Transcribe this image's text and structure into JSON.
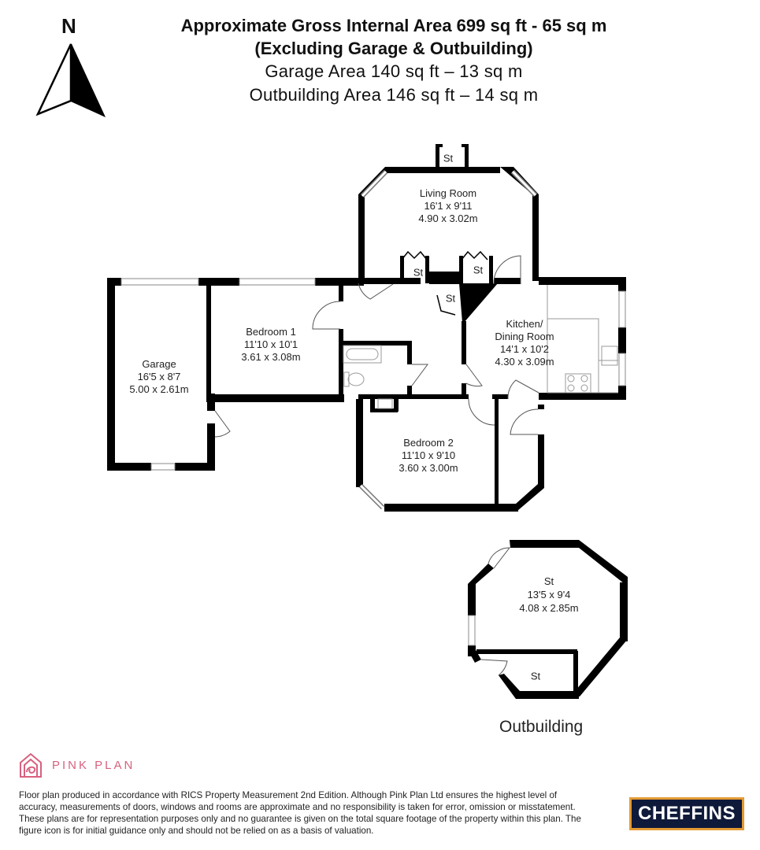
{
  "header": {
    "line1": "Approximate Gross Internal Area 699 sq ft - 65 sq m",
    "line2": "(Excluding Garage & Outbuilding)",
    "line3": "Garage Area 140 sq ft – 13 sq m",
    "line4": "Outbuilding Area 146 sq ft – 14 sq m"
  },
  "compass": {
    "label": "N",
    "icon": "north-arrow-icon"
  },
  "rooms": {
    "living": {
      "name": "Living Room",
      "imperial": "16'1 x 9'11",
      "metric": "4.90 x 3.02m"
    },
    "bedroom1": {
      "name": "Bedroom 1",
      "imperial": "11'10 x 10'1",
      "metric": "3.61 x 3.08m"
    },
    "garage": {
      "name": "Garage",
      "imperial": "16'5 x 8'7",
      "metric": "5.00 x 2.61m"
    },
    "kitchen": {
      "name_line1": "Kitchen/",
      "name_line2": "Dining Room",
      "imperial": "14'1 x 10'2",
      "metric": "4.30 x 3.09m"
    },
    "bedroom2": {
      "name": "Bedroom 2",
      "imperial": "11'10 x 9'10",
      "metric": "3.60 x 3.00m"
    },
    "outbuilding": {
      "name": "St",
      "imperial": "13'5 x 9'4",
      "metric": "4.08 x 2.85m"
    }
  },
  "stores": {
    "top": "St",
    "left_cupboard": "St",
    "right_cupboard": "St",
    "hall": "St",
    "outbuilding_small": "St"
  },
  "outbuilding_caption": "Outbuilding",
  "footer": {
    "brand": "PINK PLAN",
    "disclaimer": "Floor plan produced in accordance with RICS Property Measurement 2nd Edition. Although Pink Plan Ltd ensures the highest level of accuracy, measurements of doors, windows and rooms are approximate and no responsibility is taken for error, omission or misstatement. These plans are for representation purposes only and no guarantee is given on the total square footage of the property within this plan. The figure icon is for initial guidance only and should not be relied on as a basis of valuation.",
    "agent_logo": "CHEFFINS"
  },
  "colors": {
    "wall": "#000000",
    "pink_brand": "#d8617f",
    "cheffins_bg": "#0f1a3a",
    "cheffins_border": "#e39a33"
  }
}
